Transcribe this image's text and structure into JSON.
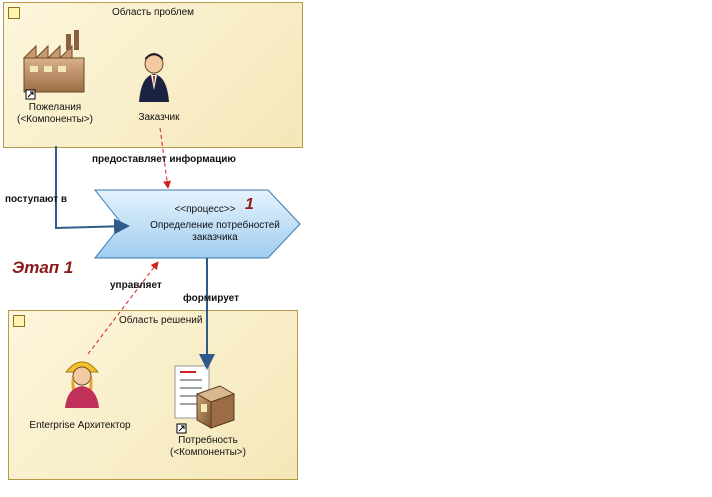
{
  "problem_area": {
    "title": "Область проблем"
  },
  "solution_area": {
    "title": "Область решений"
  },
  "elements": {
    "wishes": {
      "line1": "Пожелания",
      "line2": "(<Компоненты>)"
    },
    "customer": {
      "label": "Заказчик"
    },
    "architect": {
      "label": "Enterprise Архитектор"
    },
    "need": {
      "line1": "Потребность",
      "line2": "(<Компоненты>)"
    }
  },
  "process": {
    "stereotype": "<<процесс>>",
    "line1": "Определение потребностей",
    "line2": "заказчика",
    "number": "1"
  },
  "stage_label": "Этап 1",
  "connectors": {
    "provides_info": "предоставляет информацию",
    "flows_into": "поступают в",
    "manages": "управляет",
    "forms": "формирует"
  },
  "colors": {
    "area_border": "#b59a4a",
    "process_fill": "#bfe0f7",
    "flow_line": "#2f5a8a",
    "dependency_line": "#d22020",
    "stage_text": "#8b1a1a"
  }
}
